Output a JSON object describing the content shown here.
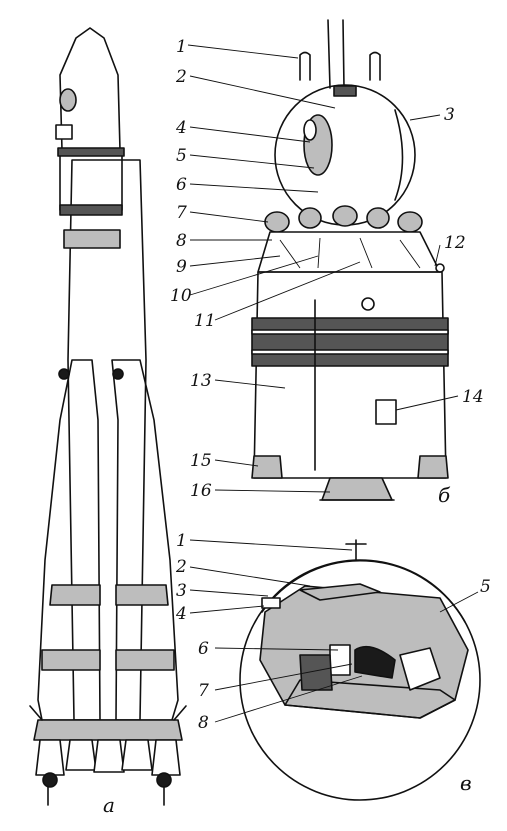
{
  "panels": {
    "rocket": {
      "label": "а"
    },
    "spacecraft": {
      "label": "б",
      "callouts": [
        "1",
        "2",
        "3",
        "4",
        "5",
        "6",
        "7",
        "8",
        "9",
        "10",
        "11",
        "12",
        "13",
        "14",
        "15",
        "16"
      ]
    },
    "capsule": {
      "label": "в",
      "callouts": [
        "1",
        "2",
        "3",
        "4",
        "5",
        "6",
        "7",
        "8"
      ]
    }
  }
}
